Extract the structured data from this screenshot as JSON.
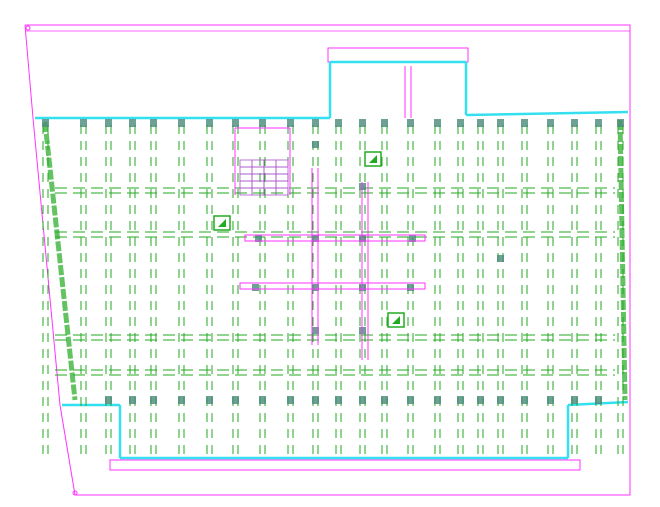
{
  "drawing": {
    "type": "structural-floor-plan",
    "colors": {
      "outline": "#ff33ff",
      "wall": "#33e0f0",
      "beam": "#22aa22",
      "column": "#4a8a7a",
      "background": "#ffffff"
    },
    "icons": [
      "column-marker",
      "stair-grid",
      "opening-marker"
    ]
  }
}
